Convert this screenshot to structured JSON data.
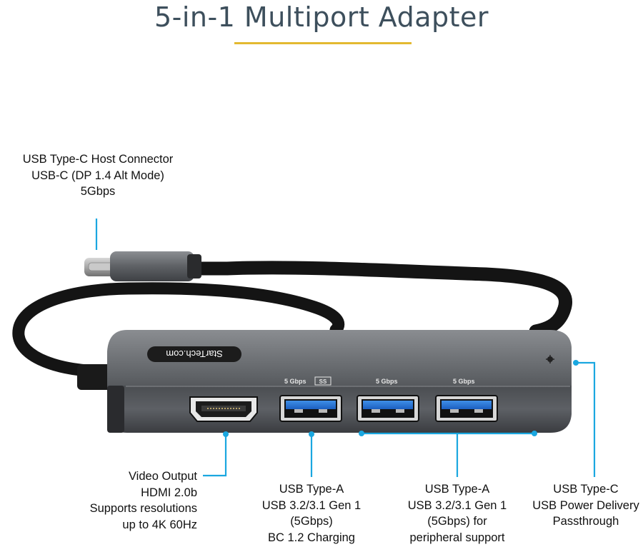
{
  "title": "5-in-1 Multiport Adapter",
  "accent_color": "#e3b930",
  "callout_color": "#1aa7e0",
  "brand": "StarTech.com",
  "port_markings": {
    "port1": "5 Gbps",
    "port1_badge": "SS",
    "port2": "5 Gbps",
    "port3": "5 Gbps"
  },
  "labels": {
    "host": [
      "USB Type-C Host Connector",
      "USB-C (DP 1.4 Alt Mode)",
      "5Gbps"
    ],
    "video": [
      "Video Output",
      "HDMI 2.0b",
      "Supports resolutions",
      "up to 4K 60Hz"
    ],
    "usba1": [
      "USB Type-A",
      "USB 3.2/3.1 Gen 1",
      "(5Gbps)",
      "BC 1.2 Charging"
    ],
    "usba2": [
      "USB Type-A",
      "USB 3.2/3.1 Gen 1",
      "(5Gbps) for",
      "peripheral support"
    ],
    "usbc_pd": [
      "USB Type-C",
      "USB Power Delivery",
      "Passthrough"
    ]
  }
}
